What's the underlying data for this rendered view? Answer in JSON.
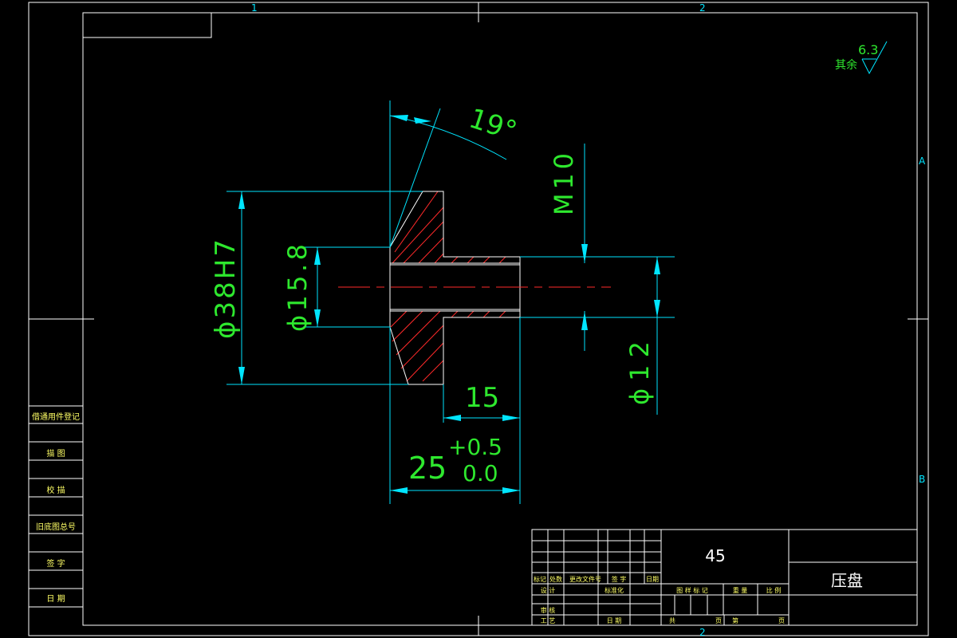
{
  "frame": {
    "zone_top_1": "1",
    "zone_top_2": "2",
    "zone_bottom_2": "2",
    "zone_right_a": "A",
    "zone_right_b": "B"
  },
  "surface_finish": {
    "label": "其余",
    "value": "6.3"
  },
  "dimensions": {
    "angle": "19°",
    "thread": "M10",
    "outer_diameter": "ϕ38H7",
    "inner_diameter": "ϕ15.8",
    "shaft_diameter": "ϕ12",
    "length_15": "15",
    "length_25": "25",
    "tol_upper": "+0.5",
    "tol_lower": "0.0"
  },
  "side_table": [
    "借通用件登记",
    "描  图",
    "校  描",
    "旧底图总号",
    "签  字",
    "日  期"
  ],
  "title_block": {
    "material": "45",
    "part_name": "压盘",
    "rev_headers": [
      "标记",
      "处数",
      "更改文件号",
      "签 字",
      "日期"
    ],
    "row_design": "设 计",
    "row_std": "标准化",
    "row_check": "审 核",
    "row_process": "工 艺",
    "row_date": "日 期",
    "stage_headers": [
      "图 样 标 记",
      "重 量",
      "比 例"
    ],
    "sheet_labels": [
      "共",
      "页",
      "第",
      "页"
    ]
  },
  "colors": {
    "outline": "#ffffff",
    "dimension": "#00e5ff",
    "hatch": "#ff2a2a",
    "text": "#2ee82e",
    "table_text": "#ffff66"
  }
}
